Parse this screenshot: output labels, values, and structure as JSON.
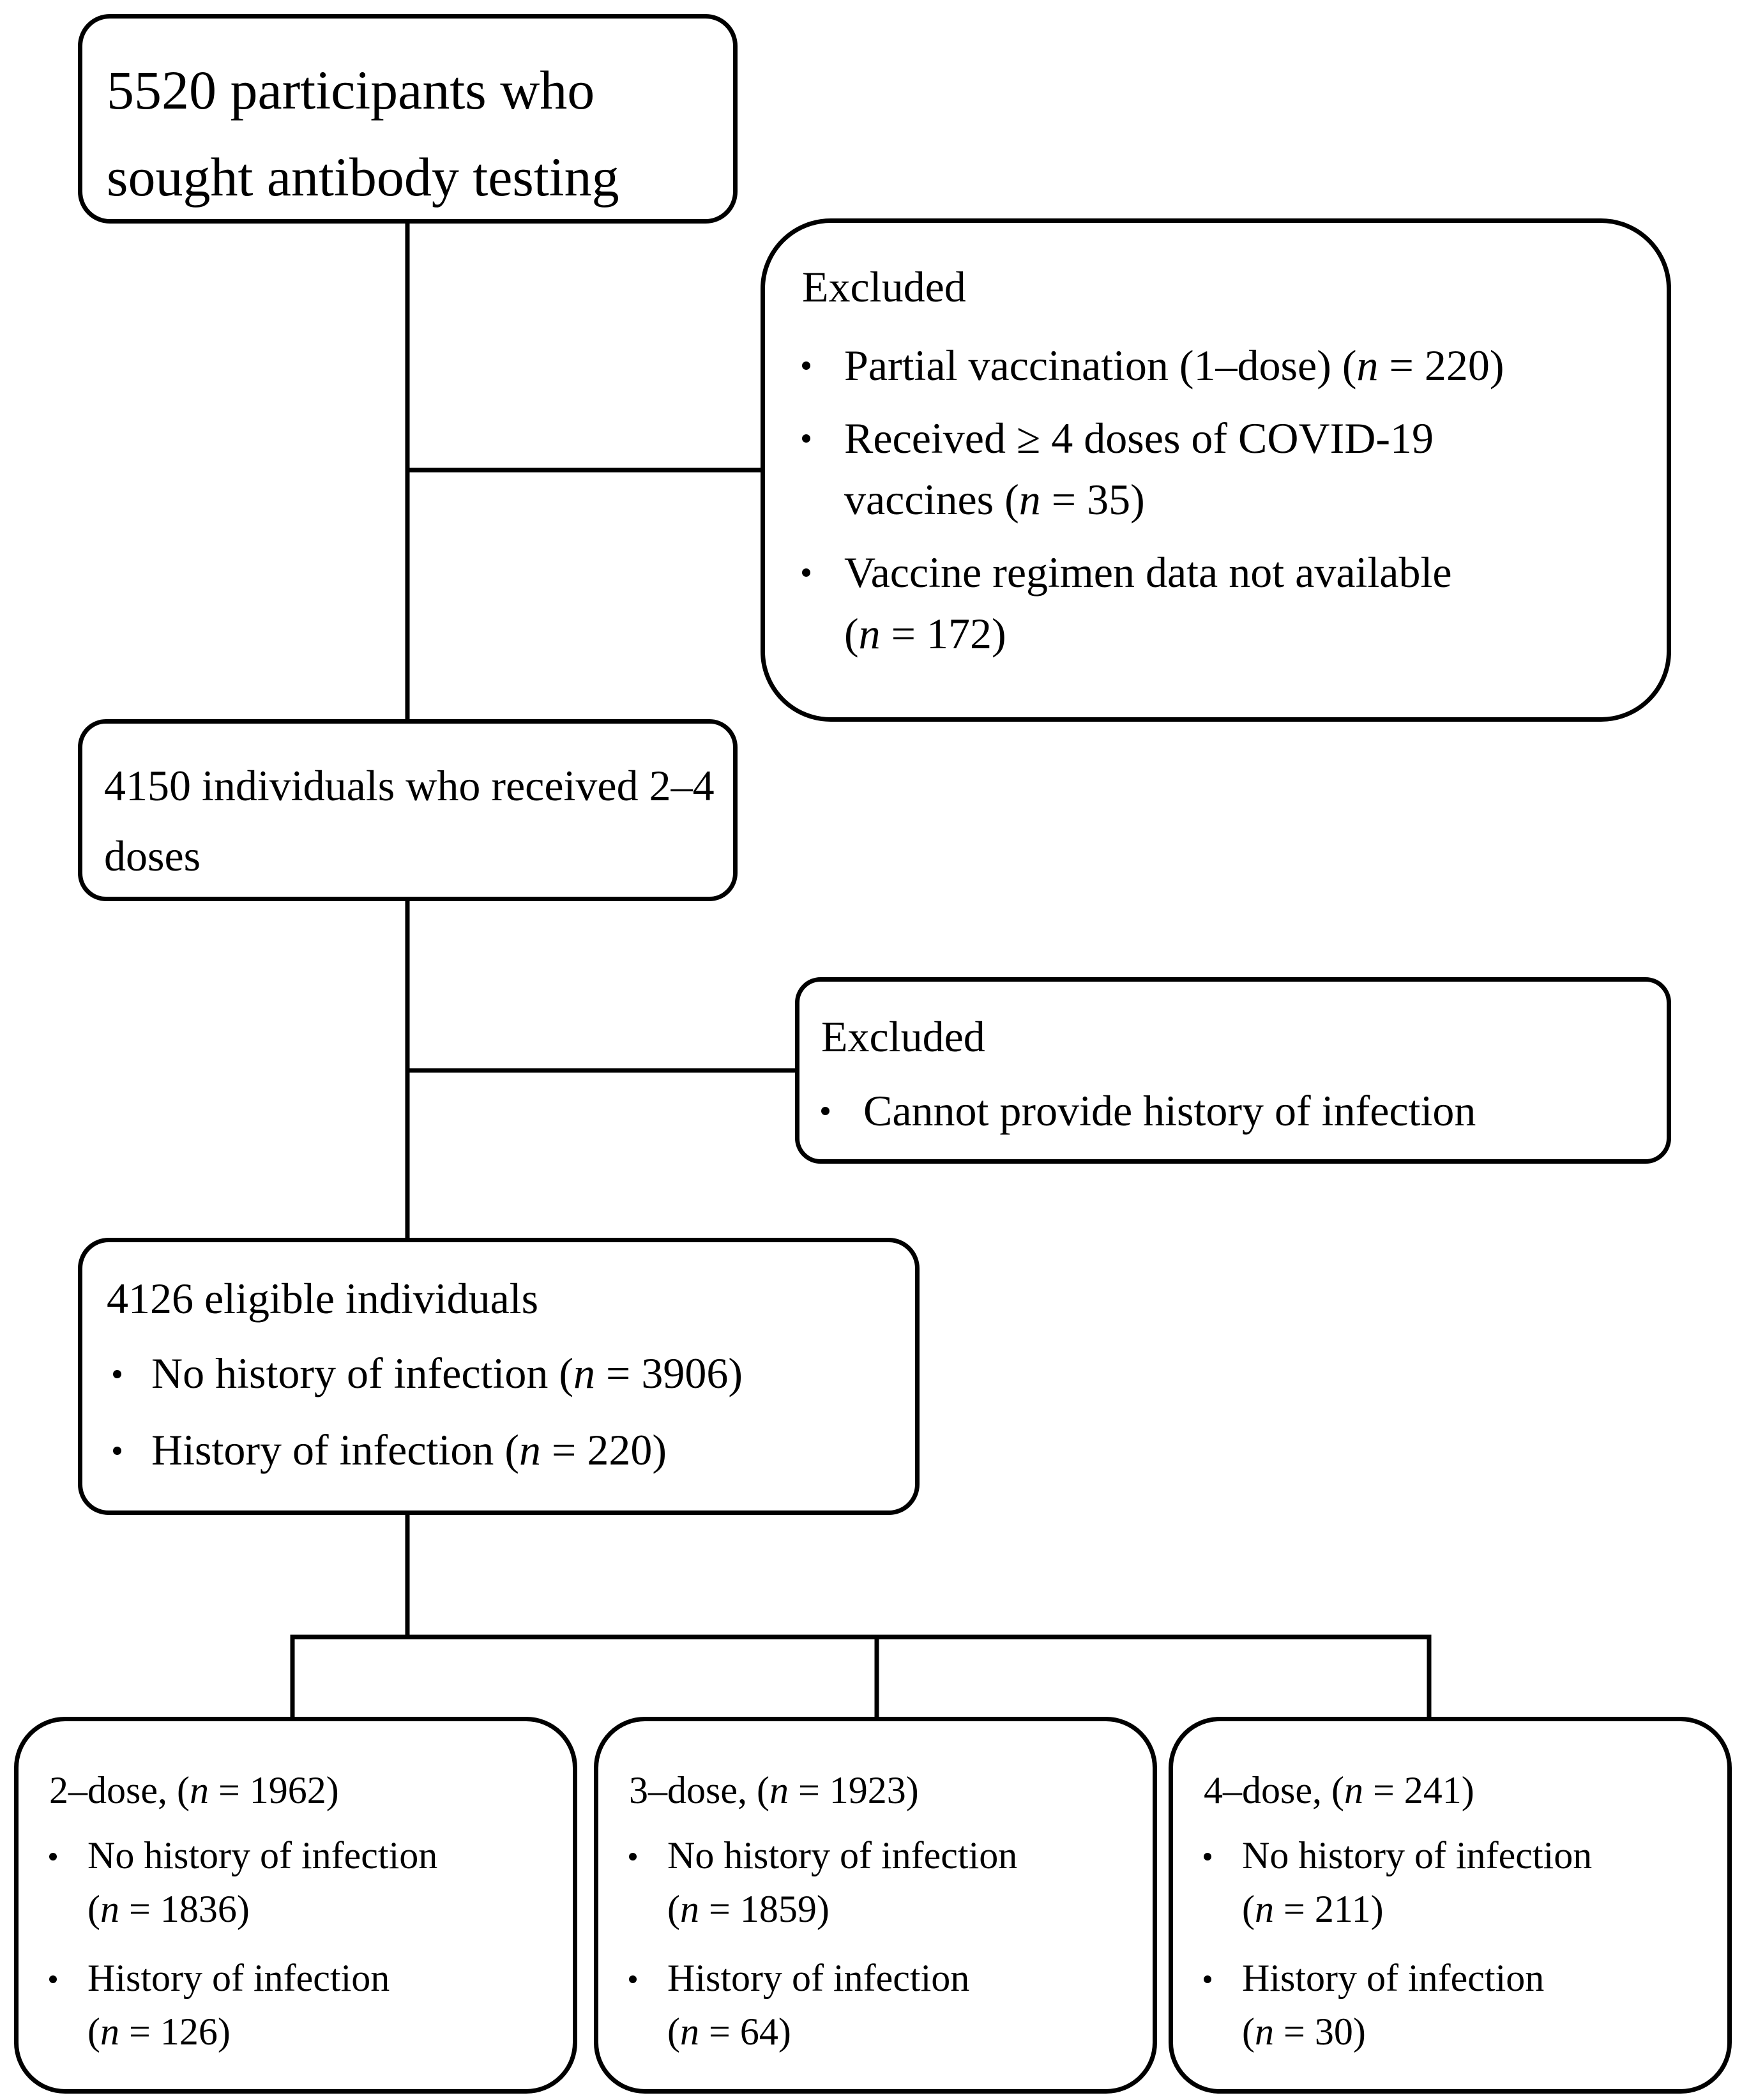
{
  "flowchart": {
    "start": {
      "title": "5520 participants who sought antibody testing"
    },
    "excluded_1": {
      "title": "Excluded",
      "items": [
        {
          "lines": [
            "Partial vaccination (1–dose) (n = 220)"
          ]
        },
        {
          "lines": [
            "Received ≥ 4 doses of COVID-19",
            "vaccines (n = 35)"
          ]
        },
        {
          "lines": [
            "Vaccine regimen data not available",
            "(n = 172)"
          ]
        }
      ]
    },
    "received": {
      "title": "4150 individuals who received 2–4 doses"
    },
    "excluded_2": {
      "title": "Excluded",
      "items": [
        {
          "lines": [
            "Cannot provide history of infection"
          ]
        }
      ]
    },
    "eligible": {
      "title": "4126 eligible individuals",
      "items": [
        {
          "lines": [
            "No history of infection (n = 3906)"
          ]
        },
        {
          "lines": [
            "History of infection (n = 220)"
          ]
        }
      ]
    },
    "groups": [
      {
        "title": "2–dose, (n = 1962)",
        "items": [
          {
            "lines": [
              "No history of infection",
              "(n = 1836)"
            ]
          },
          {
            "lines": [
              "History of infection",
              "(n = 126)"
            ]
          }
        ]
      },
      {
        "title": "3–dose, (n = 1923)",
        "items": [
          {
            "lines": [
              "No history of infection",
              "(n = 1859)"
            ]
          },
          {
            "lines": [
              "History of infection",
              "(n = 64)"
            ]
          }
        ]
      },
      {
        "title": "4–dose, (n = 241)",
        "items": [
          {
            "lines": [
              "No history of infection",
              "(n = 211)"
            ]
          },
          {
            "lines": [
              "History of infection",
              "(n = 30)"
            ]
          }
        ]
      }
    ]
  }
}
